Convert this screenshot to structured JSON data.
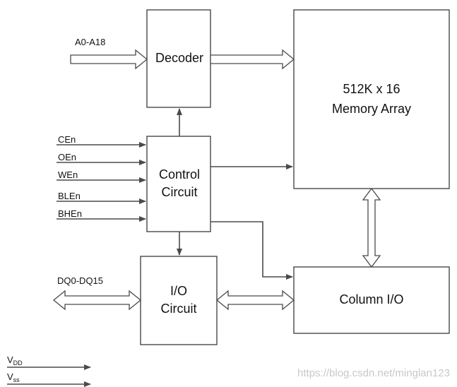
{
  "blocks": {
    "decoder": "Decoder",
    "memory_array": [
      "512K x 16",
      "Memory Array"
    ],
    "control_circuit": [
      "Control",
      "Circuit"
    ],
    "io_circuit": [
      "I/O",
      "Circuit"
    ],
    "column_io": "Column I/O"
  },
  "signals": {
    "address": "A0-A18",
    "data": "DQ0-DQ15",
    "controls": [
      "CEn",
      "OEn",
      "WEn",
      "BLEn",
      "BHEn"
    ]
  },
  "power": {
    "vdd": {
      "main": "V",
      "sub": "DD"
    },
    "vss": {
      "main": "V",
      "sub": "ss"
    }
  },
  "watermark": "https://blog.csdn.net/minglan123"
}
